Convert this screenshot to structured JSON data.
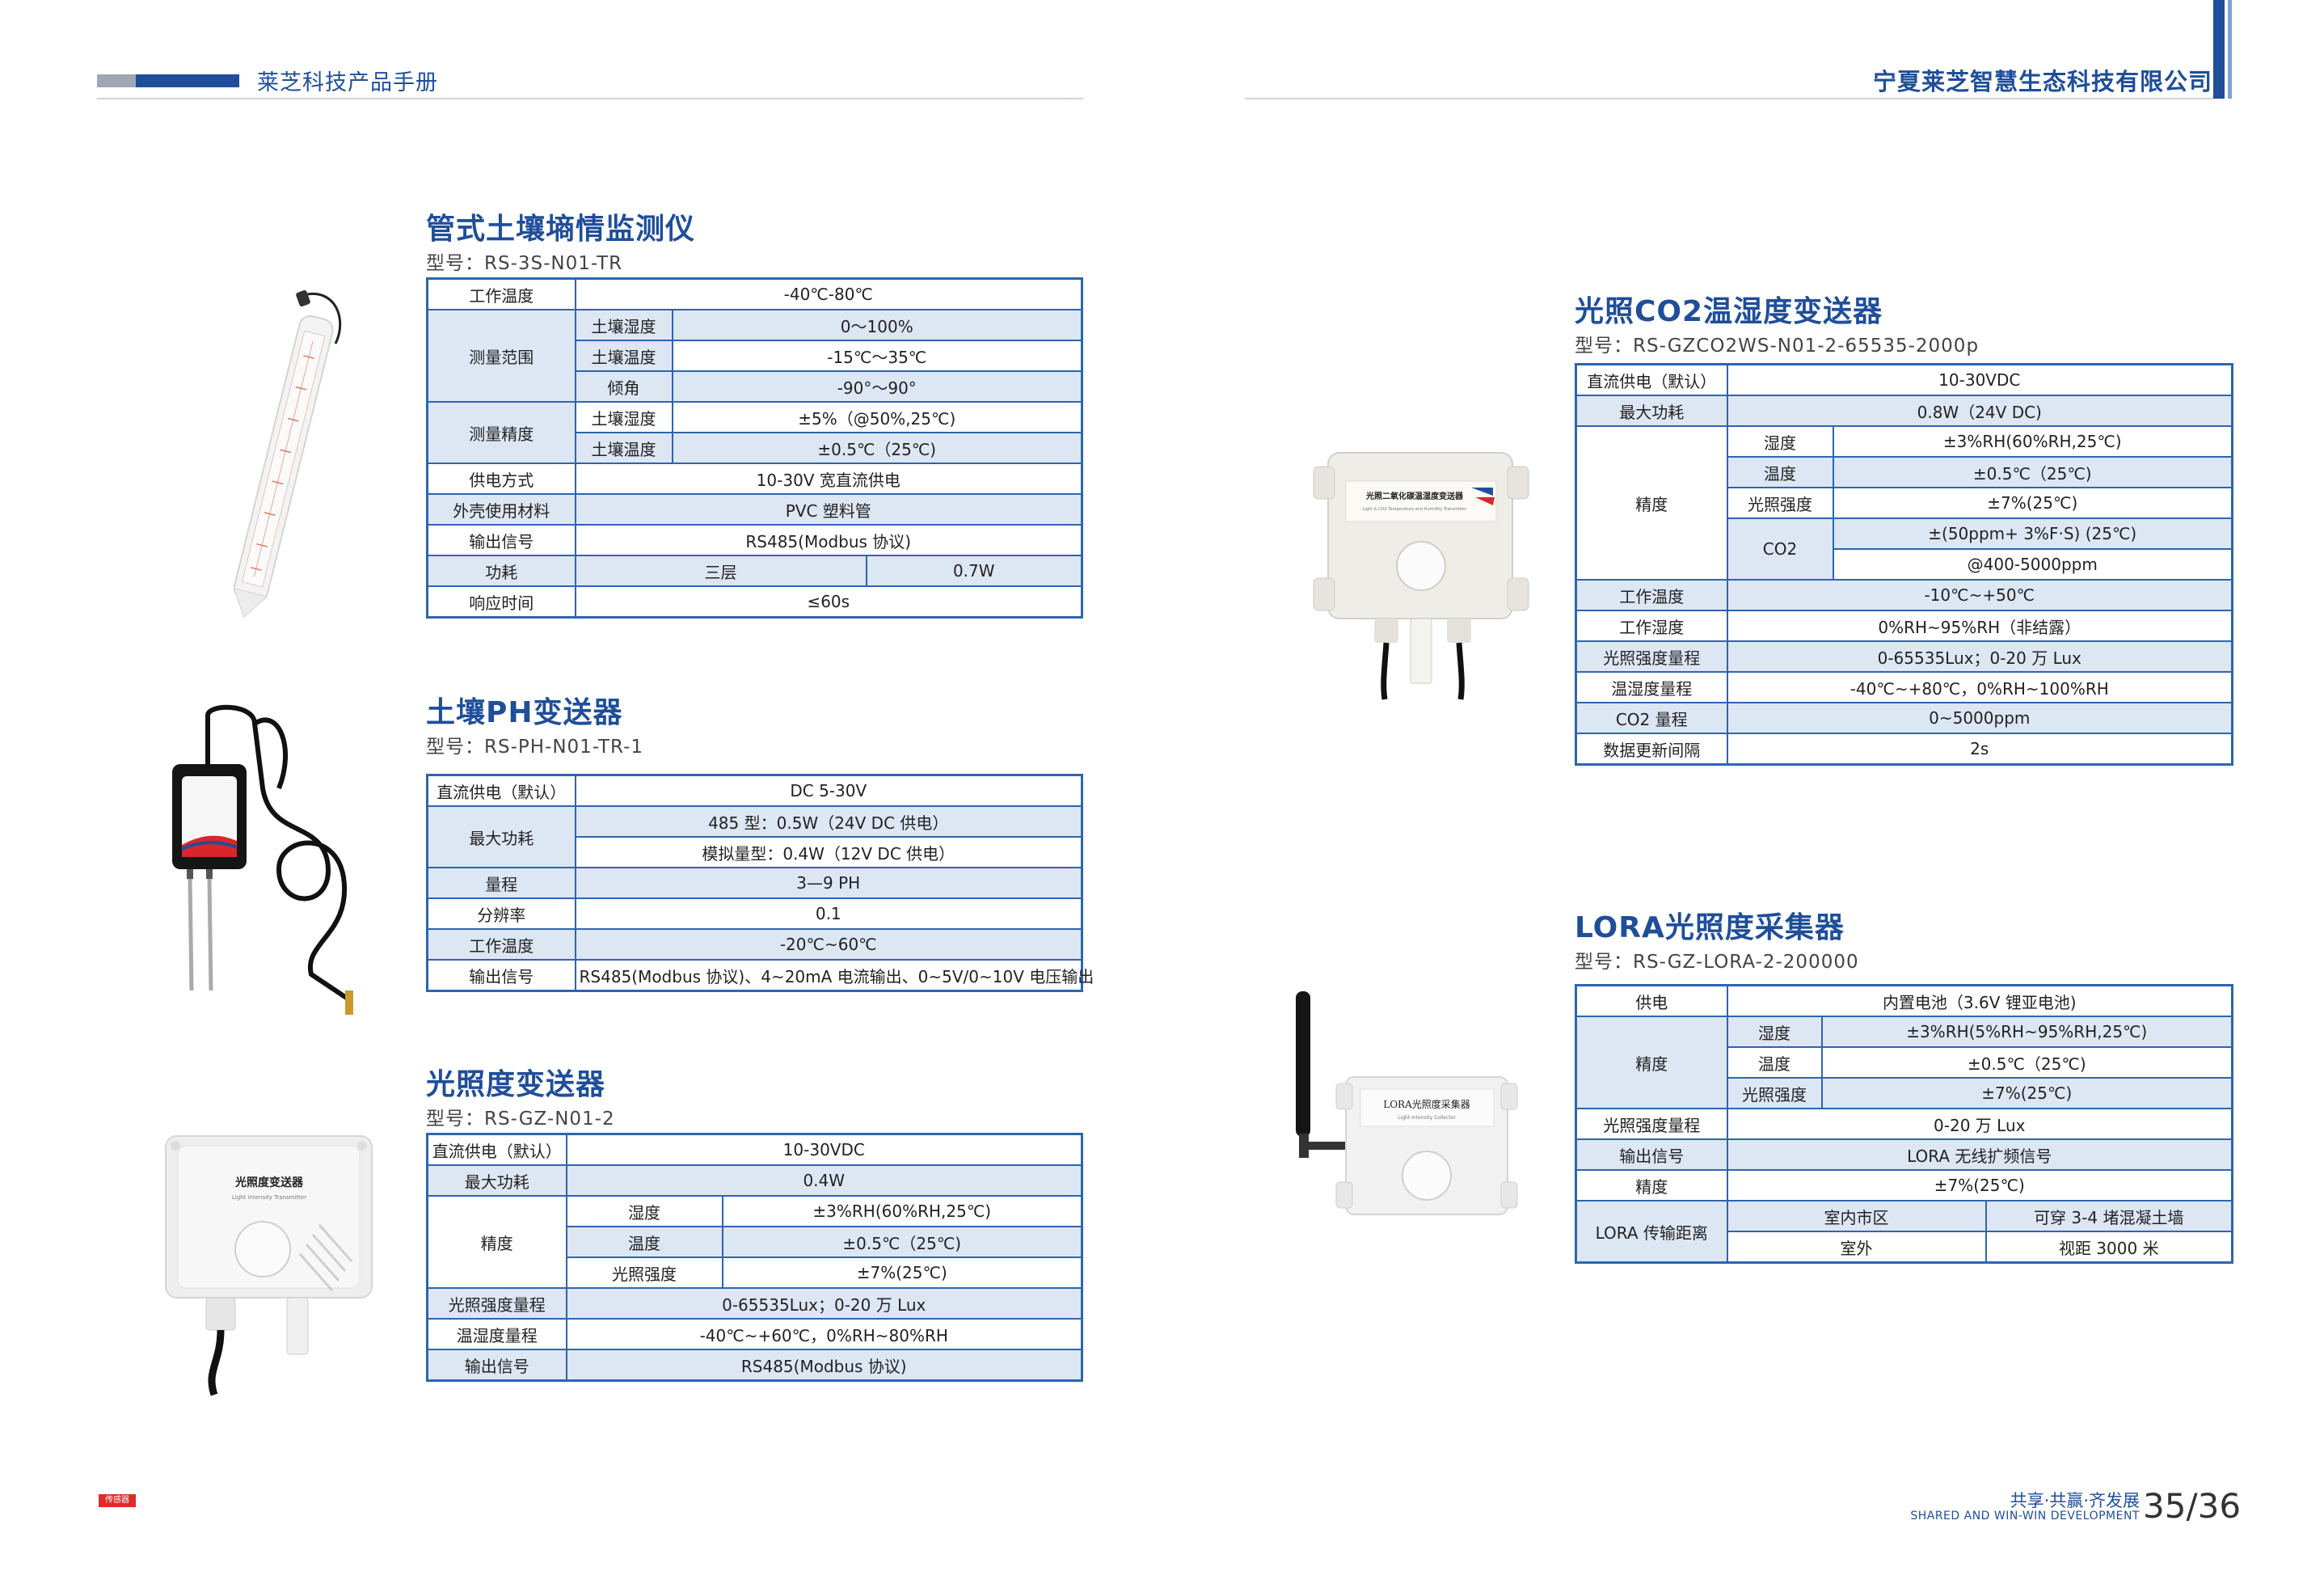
{
  "header": {
    "left_title": "莱芝科技产品手册",
    "right_title": "宁夏莱芝智慧生态科技有限公司"
  },
  "footer": {
    "tag": "传感器",
    "slogan": "共享·共赢·齐发展",
    "slogan_en": "SHARED AND WIN-WIN DEVELOPMENT",
    "page": "35/36"
  },
  "products": {
    "p1": {
      "title": "管式土壤墒情监测仪",
      "model": "型号：RS-3S-N01-TR",
      "rows": {
        "r1": [
          "工作温度",
          "-40℃-80℃"
        ],
        "r2": [
          "测量范围",
          "土壤湿度",
          "0～100%"
        ],
        "r3": [
          "土壤温度",
          "-15℃～35℃"
        ],
        "r4": [
          "倾角",
          "-90°～90°"
        ],
        "r5": [
          "测量精度",
          "土壤湿度",
          "±5%（@50%,25℃)"
        ],
        "r6": [
          "土壤温度",
          "±0.5℃（25℃)"
        ],
        "r7": [
          "供电方式",
          "10-30V 宽直流供电"
        ],
        "r8": [
          "外壳使用材料",
          "PVC 塑料管"
        ],
        "r9": [
          "输出信号",
          "RS485(Modbus 协议)"
        ],
        "r10": [
          "功耗",
          "三层",
          "0.7W"
        ],
        "r11": [
          "响应时间",
          "≤60s"
        ]
      }
    },
    "p2": {
      "title": "土壤PH变送器",
      "model": "型号：RS-PH-N01-TR-1",
      "rows": {
        "r1": [
          "直流供电（默认）",
          "DC 5-30V"
        ],
        "r2": [
          "最大功耗",
          "485 型：0.5W（24V DC 供电）"
        ],
        "r3": [
          "模拟量型：0.4W（12V DC 供电）"
        ],
        "r4": [
          "量程",
          "3—9 PH"
        ],
        "r5": [
          "分辨率",
          "0.1"
        ],
        "r6": [
          "工作温度",
          "-20℃~60℃"
        ],
        "r7": [
          "输出信号",
          "RS485(Modbus 协议)、4~20mA 电流输出、0~5V/0~10V 电压输出"
        ]
      }
    },
    "p3": {
      "title": "光照度变送器",
      "model": "型号：RS-GZ-N01-2",
      "image_label": "光照度变送器",
      "image_sublabel": "Light intensity Transmitter",
      "rows": {
        "r1": [
          "直流供电（默认）",
          "10-30VDC"
        ],
        "r2": [
          "最大功耗",
          "0.4W"
        ],
        "r3": [
          "精度",
          "湿度",
          "±3%RH(60%RH,25℃)"
        ],
        "r4": [
          "温度",
          "±0.5℃（25℃)"
        ],
        "r5": [
          "光照强度",
          "±7%(25℃)"
        ],
        "r6": [
          "光照强度量程",
          "0-65535Lux；0-20 万 Lux"
        ],
        "r7": [
          "温湿度量程",
          "-40℃~+60℃，0%RH~80%RH"
        ],
        "r8": [
          "输出信号",
          "RS485(Modbus 协议)"
        ]
      }
    },
    "p4": {
      "title": "光照CO2温湿度变送器",
      "model": "型号：RS-GZCO2WS-N01-2-65535-2000p",
      "image_label": "光照二氧化碳温湿度变送器",
      "image_sublabel": "Light & CO2 Temperature and Humidity Transmitter",
      "rows": {
        "r1": [
          "直流供电（默认）",
          "10-30VDC"
        ],
        "r2": [
          "最大功耗",
          "0.8W（24V DC)"
        ],
        "r3": [
          "精度",
          "湿度",
          "±3%RH(60%RH,25℃)"
        ],
        "r4": [
          "温度",
          "±0.5℃（25℃)"
        ],
        "r5": [
          "光照强度",
          "±7%(25℃)"
        ],
        "r6": [
          "CO2",
          "±(50ppm+ 3%F·S) (25℃)"
        ],
        "r7": [
          "@400-5000ppm"
        ],
        "r8": [
          "工作温度",
          "-10℃~+50℃"
        ],
        "r9": [
          "工作湿度",
          "0%RH~95%RH（非结露）"
        ],
        "r10": [
          "光照强度量程",
          "0-65535Lux；0-20 万 Lux"
        ],
        "r11": [
          "温湿度量程",
          "-40℃~+80℃，0%RH~100%RH"
        ],
        "r12": [
          "CO2 量程",
          "0~5000ppm"
        ],
        "r13": [
          "数据更新间隔",
          "2s"
        ]
      }
    },
    "p5": {
      "title": "LORA光照度采集器",
      "model": "型号：RS-GZ-LORA-2-200000",
      "image_label": "LORA光照度采集器",
      "image_sublabel": "Light Intensity Collector",
      "rows": {
        "r1": [
          "供电",
          "内置电池（3.6V 锂亚电池)"
        ],
        "r2": [
          "精度",
          "湿度",
          "±3%RH(5%RH~95%RH,25℃)"
        ],
        "r3": [
          "温度",
          "±0.5℃（25℃)"
        ],
        "r4": [
          "光照强度",
          "±7%(25℃)"
        ],
        "r5": [
          "光照强度量程",
          "0-20 万 Lux"
        ],
        "r6": [
          "输出信号",
          "LORA 无线扩频信号"
        ],
        "r7": [
          "精度",
          "±7%(25℃)"
        ],
        "r8": [
          "LORA 传输距离",
          "室内市区",
          "可穿 3-4 堵混凝土墙"
        ],
        "r9": [
          "室外",
          "视距 3000 米"
        ]
      }
    }
  },
  "colors": {
    "brand_blue": "#1f4e9a",
    "table_border": "#2d65b0",
    "row_shade": "#dde6f3",
    "tag_red": "#e02b2b"
  }
}
